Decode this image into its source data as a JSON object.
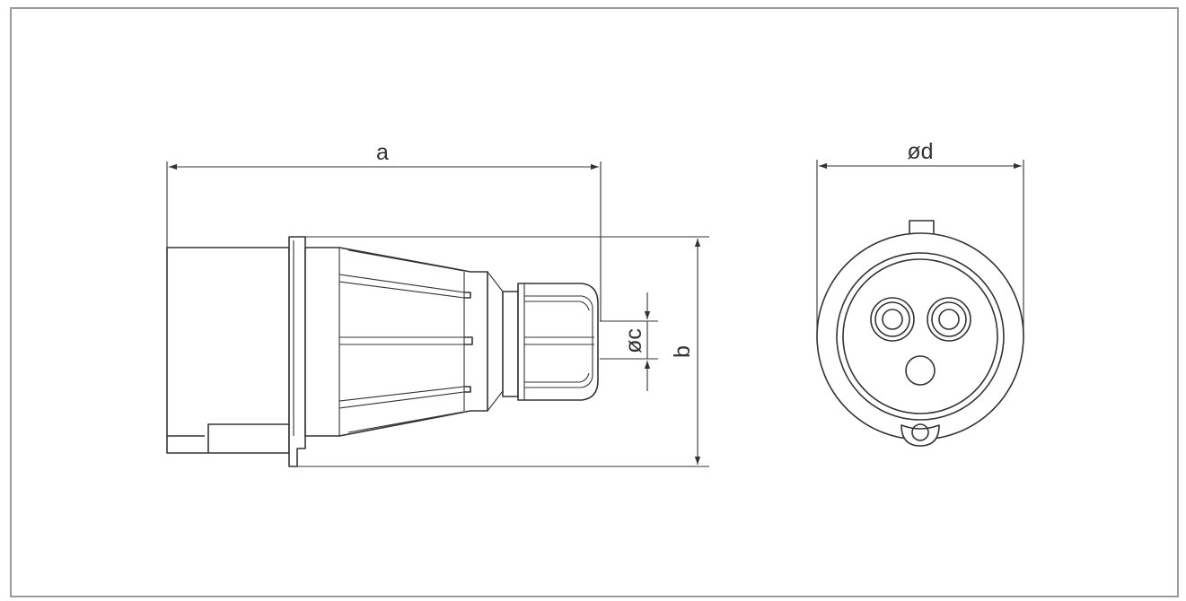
{
  "diagram": {
    "frame_color": "#9a9a9a",
    "line_color": "#333333",
    "labels": {
      "a": "a",
      "b": "b",
      "c": "øc",
      "d": "ød"
    }
  }
}
